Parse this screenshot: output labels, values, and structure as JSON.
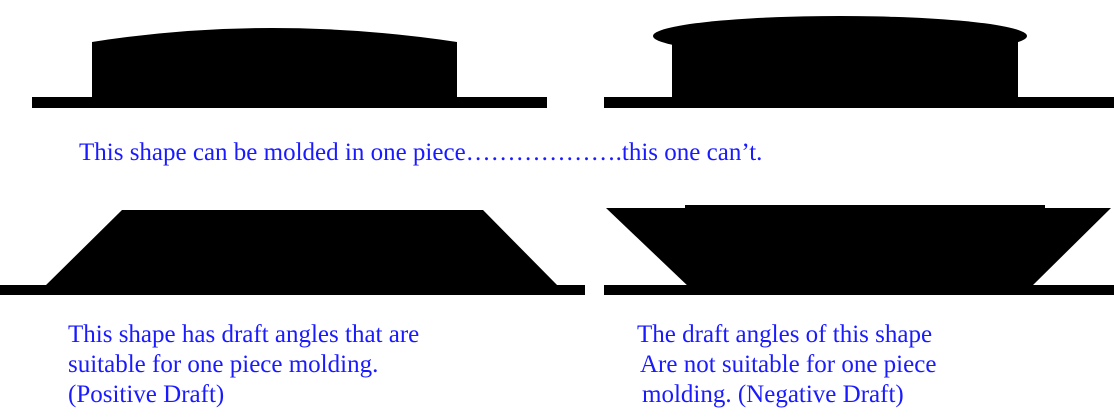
{
  "colors": {
    "shape": "#000000",
    "caption": "#1a1aff",
    "background": "#ffffff"
  },
  "captions": {
    "molded_comparison": "This shape can be molded in one piece……………….this one can’t.",
    "positive_draft": {
      "line1": "This shape has draft angles that are",
      "line2": "suitable for one piece molding.",
      "line3": "(Positive Draft)"
    },
    "negative_draft": {
      "line1": "The draft angles of this shape",
      "line2": "Are not suitable for one piece",
      "line3": "molding.  (Negative Draft)"
    }
  }
}
